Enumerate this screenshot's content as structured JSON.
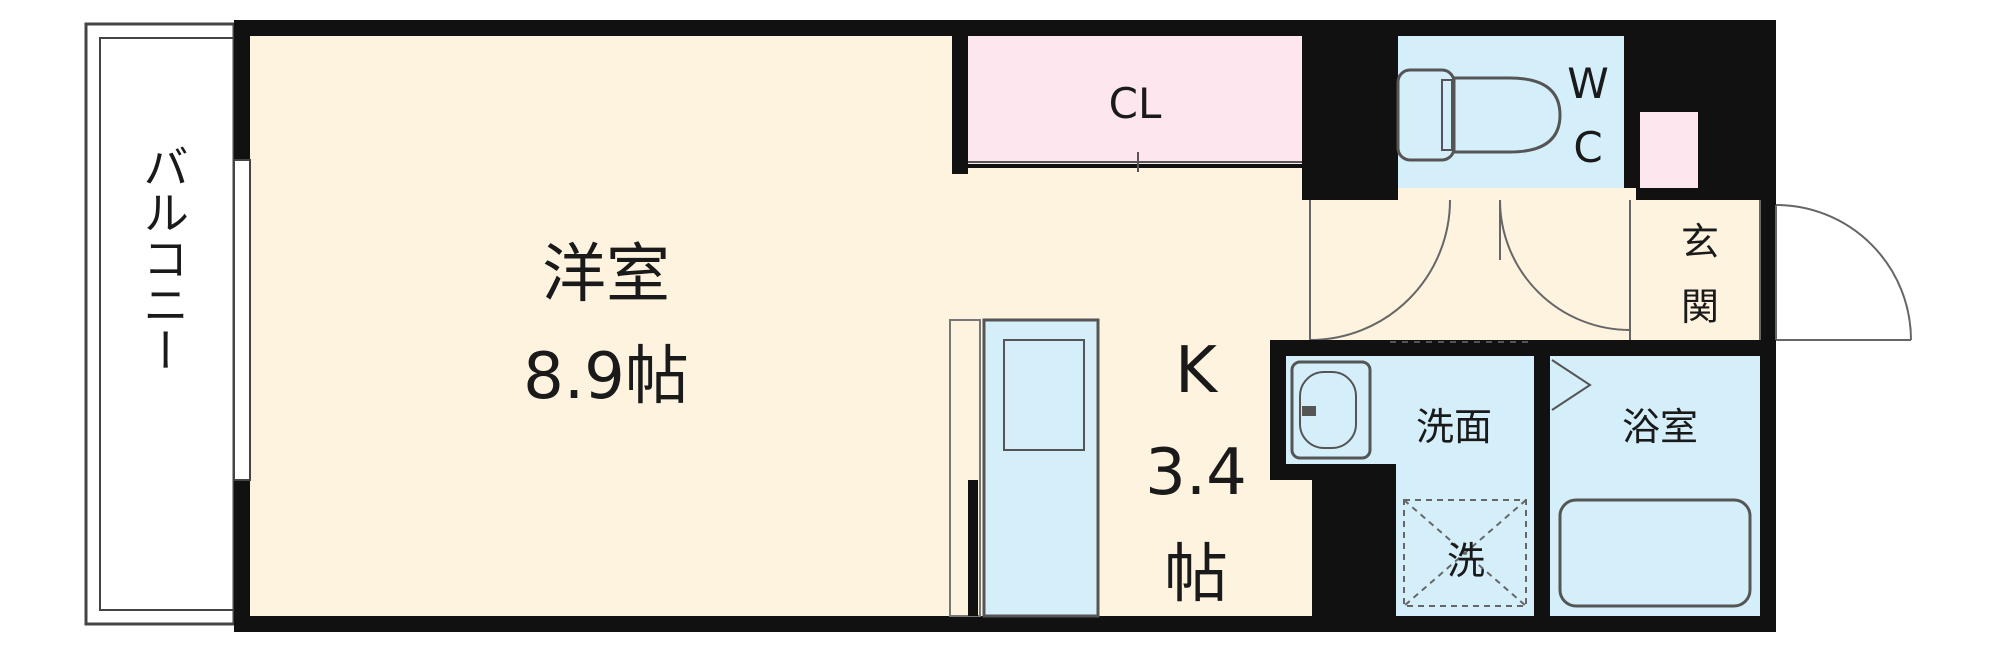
{
  "floor_plan": {
    "colors": {
      "wall": "#111111",
      "living_floor": "#fdf3df",
      "closet_floor": "#fde6ee",
      "wet_area": "#d5effa",
      "balcony_frame": "#444444",
      "background": "#ffffff"
    },
    "rooms": {
      "western_room": {
        "name": "洋室",
        "size": "8.9帖"
      },
      "kitchen": {
        "name": "K",
        "size_number": "3.4",
        "size_unit": "帖"
      },
      "closet": {
        "name": "CL"
      },
      "toilet": {
        "name_line1": "W",
        "name_line2": "C"
      },
      "entrance": {
        "name_line1": "玄",
        "name_line2": "関"
      },
      "washroom": {
        "name": "洗面"
      },
      "bathroom": {
        "name": "浴室"
      },
      "laundry": {
        "name": "洗"
      },
      "balcony": {
        "name": "バルコニー"
      }
    }
  }
}
